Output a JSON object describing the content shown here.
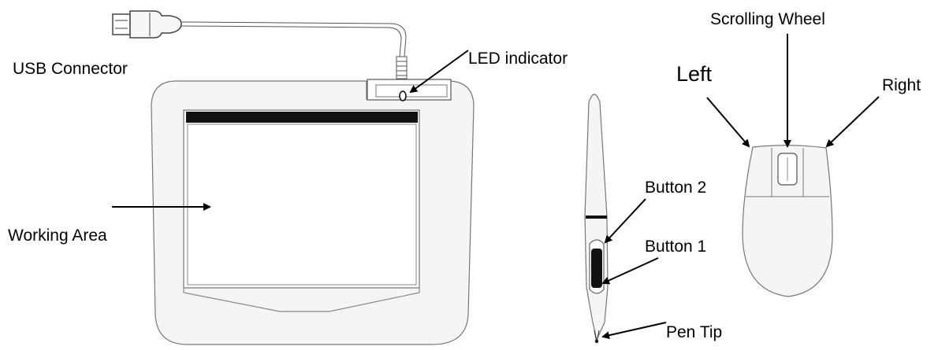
{
  "labels": {
    "usb_connector": "USB Connector",
    "led_indicator": "LED indicator",
    "working_area": "Working Area",
    "button_2": "Button 2",
    "button_1": "Button 1",
    "pen_tip": "Pen Tip",
    "scrolling_wheel": "Scrolling Wheel",
    "left": "Left",
    "right": "Right"
  },
  "colors": {
    "outline": "#777777",
    "fill": "#f5f5f5",
    "ink": "#000000"
  }
}
